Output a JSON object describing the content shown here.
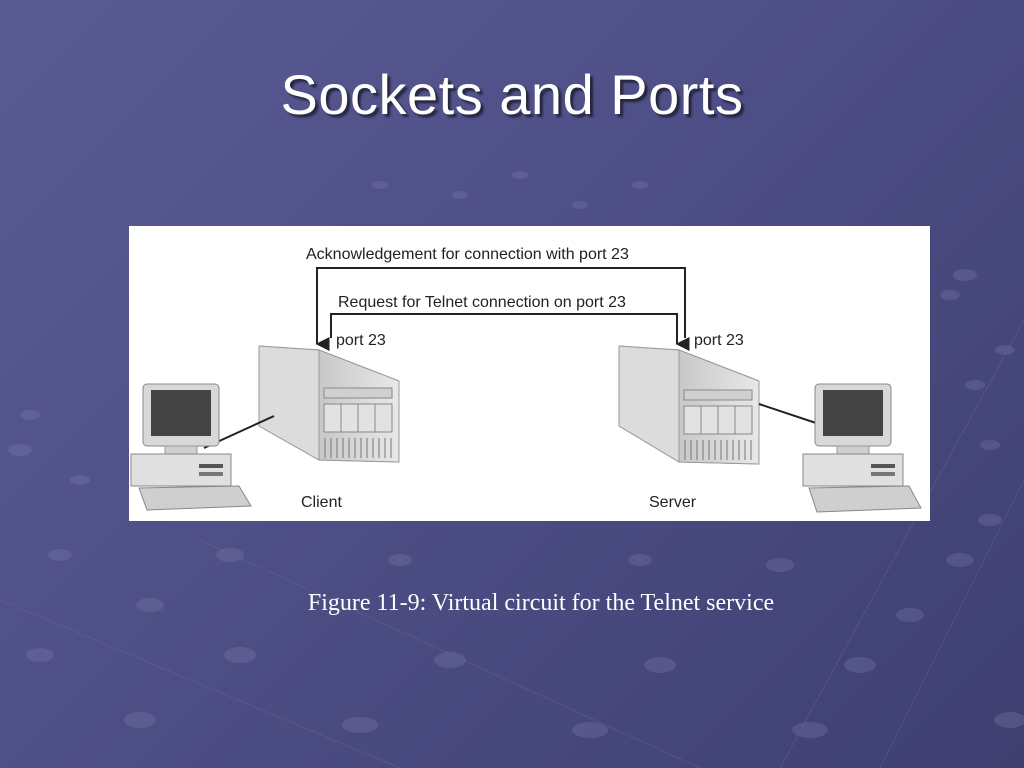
{
  "slide": {
    "title": "Sockets and Ports",
    "caption": "Figure 11-9: Virtual circuit for the Telnet service"
  },
  "diagram": {
    "ack_label": "Acknowledgement for connection with port 23",
    "request_label": "Request for Telnet connection on port 23",
    "client_port_label": "port 23",
    "server_port_label": "port 23",
    "client_label": "Client",
    "server_label": "Server"
  },
  "colors": {
    "background": "#55568f",
    "title_text": "#ffffff",
    "panel": "#ffffff",
    "arrow": "#222222"
  }
}
